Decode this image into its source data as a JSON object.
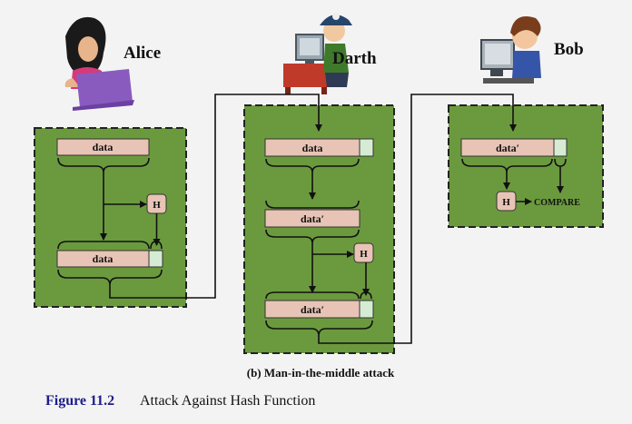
{
  "colors": {
    "panel_fill": "#6b9a3e",
    "data_block": "#e8c4b6",
    "hash_block": "#d6ebd4",
    "hash_node": "#e8c4b6",
    "figure_number": "#1d1d8a"
  },
  "actors": {
    "alice": "Alice",
    "darth": "Darth",
    "bob": "Bob"
  },
  "alice_panel": {
    "top_block": "data",
    "hash_label": "H",
    "bottom_block": "data"
  },
  "darth_panel": {
    "block1": "data",
    "block2": "data′",
    "hash_label": "H",
    "block3": "data′"
  },
  "bob_panel": {
    "block": "data′",
    "hash_label": "H",
    "compare": "COMPARE"
  },
  "caption": "(b) Man-in-the-middle attack",
  "figure": {
    "number": "Figure 11.2",
    "title": "Attack Against Hash Function"
  }
}
